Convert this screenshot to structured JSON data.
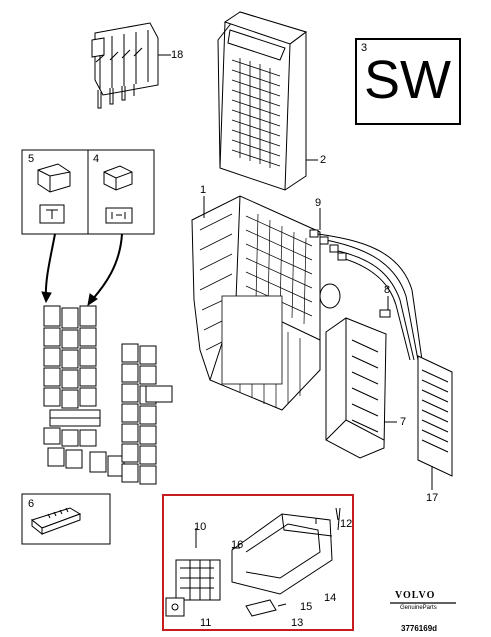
{
  "diagram": {
    "callouts": {
      "c1": "1",
      "c2": "2",
      "c3": "3",
      "c4": "4",
      "c5": "5",
      "c6": "6",
      "c7": "7",
      "c8": "8",
      "c9": "9",
      "c10": "10",
      "c11": "11",
      "c12": "12",
      "c13": "13",
      "c14": "14",
      "c15": "15",
      "c16": "16",
      "c17": "17",
      "c18": "18"
    },
    "sw_label": "SW",
    "brand": {
      "name": "VOLVO",
      "tagline": "GenuineParts"
    },
    "part_number": "3776169d",
    "colors": {
      "line": "#000000",
      "highlight_frame": "#c81b1b",
      "fill": "#ffffff"
    }
  }
}
